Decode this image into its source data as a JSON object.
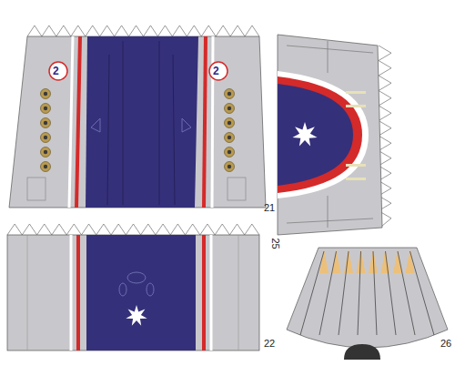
{
  "diagram": {
    "labels": [
      "2",
      "2",
      "21",
      "22",
      "25",
      "26"
    ]
  }
}
